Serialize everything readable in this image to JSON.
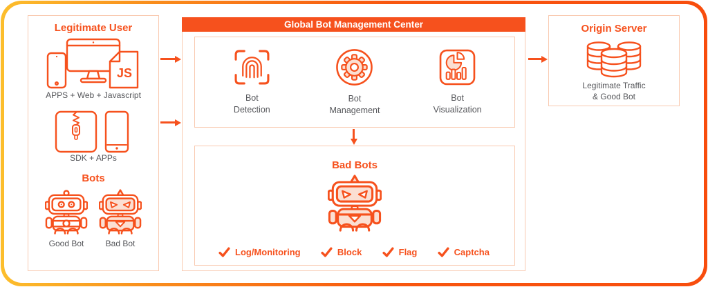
{
  "colors": {
    "accent_orange": "#F6511D",
    "panel_border_light": "#F9C9AF",
    "icon_fill_light": "#FBDFD2",
    "text_gray": "#55565A",
    "frame_gradient_left": "#FCBE2C",
    "frame_gradient_right": "#F84D0D",
    "header_text": "#FFFFFF"
  },
  "left_panel": {
    "title": "Legitimate User",
    "devices_icon": "monitor-phone-js-icon",
    "js_badge": "JS",
    "devices_caption": "APPS + Web + Javascript",
    "sdk_icon": "sdk-package-phone-icon",
    "sdk_caption": "SDK + APPs",
    "bots_title": "Bots",
    "bots": [
      {
        "label": "Good Bot",
        "icon": "good-bot-icon"
      },
      {
        "label": "Bad Bot",
        "icon": "bad-bot-icon"
      }
    ]
  },
  "center": {
    "header": "Global Bot Management Center",
    "functions": [
      {
        "line1": "Bot",
        "line2": "Detection",
        "icon": "fingerprint-scan-icon"
      },
      {
        "line1": "Bot",
        "line2": "Management",
        "icon": "gear-icon"
      },
      {
        "line1": "Bot",
        "line2": "Visualization",
        "icon": "pie-bar-chart-icon"
      }
    ],
    "bad_bots": {
      "title": "Bad Bots",
      "icon": "bad-bot-icon",
      "actions": [
        {
          "label": "Log/Monitoring",
          "icon": "check-icon"
        },
        {
          "label": "Block",
          "icon": "check-icon"
        },
        {
          "label": "Flag",
          "icon": "check-icon"
        },
        {
          "label": "Captcha",
          "icon": "check-icon"
        }
      ]
    }
  },
  "right_panel": {
    "title": "Origin Server",
    "icon": "database-stack-icon",
    "caption_line1": "Legitimate Traffic",
    "caption_line2": "& Good Bot"
  }
}
